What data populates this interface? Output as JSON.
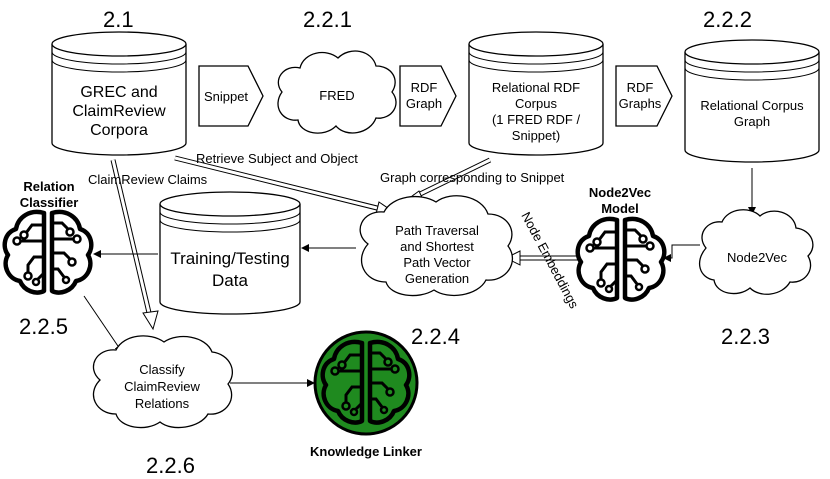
{
  "section_numbers": {
    "s2_1": "2.1",
    "s2_2_1": "2.2.1",
    "s2_2_2": "2.2.2",
    "s2_2_3": "2.2.3",
    "s2_2_4": "2.2.4",
    "s2_2_5": "2.2.5",
    "s2_2_6": "2.2.6"
  },
  "nodes": {
    "grec_corpora": [
      "GREC and",
      "ClaimReview",
      "Corpora"
    ],
    "fred": "FRED",
    "relational_rdf_corpus": [
      "Relational RDF",
      "Corpus",
      "(1 FRED RDF /",
      "Snippet)"
    ],
    "relational_corpus_graph": [
      "Relational Corpus",
      "Graph"
    ],
    "node2vec": "Node2Vec",
    "path_traversal": [
      "Path Traversal",
      "and Shortest",
      "Path Vector",
      "Generation"
    ],
    "training_testing_data": [
      "Training/Testing",
      "Data"
    ],
    "classify_relations": [
      "Classify",
      "ClaimReview",
      "Relations"
    ],
    "relation_classifier": [
      "Relation",
      "Classifier"
    ],
    "node2vec_model": [
      "Node2Vec",
      "Model"
    ],
    "knowledge_linker": "Knowledge Linker"
  },
  "connectors": {
    "snippet": "Snippet",
    "rdf_graph": [
      "RDF",
      "Graph"
    ],
    "rdf_graphs": [
      "RDF",
      "Graphs"
    ]
  },
  "edge_labels": {
    "retrieve_subject_object": "Retrieve Subject and Object",
    "claimreview_claims": "ClaimReview Claims",
    "graph_corresponding": "Graph corresponding to Snippet",
    "node_embeddings": "Node Embeddings"
  },
  "colors": {
    "knowledge_linker_fill": "#1f8a1f",
    "stroke": "#000000"
  },
  "icons": {
    "relation_classifier": "brain-circuit-icon",
    "node2vec_model": "brain-circuit-icon",
    "knowledge_linker": "brain-circuit-icon"
  }
}
